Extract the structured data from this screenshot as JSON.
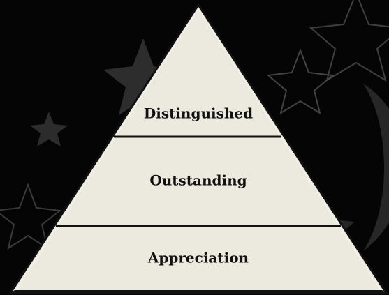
{
  "diagram": {
    "type": "pyramid",
    "tiers": [
      {
        "label": "Distinguished"
      },
      {
        "label": "Outstanding"
      },
      {
        "label": "Appreciation"
      }
    ]
  },
  "colors": {
    "background": "#050505",
    "pyramid_fill": "#ece9df",
    "outline": "#111111",
    "inner_outline": "#f1efe6",
    "star_fill": "#3a3a3a",
    "star_outline": "#4a4a4a"
  }
}
